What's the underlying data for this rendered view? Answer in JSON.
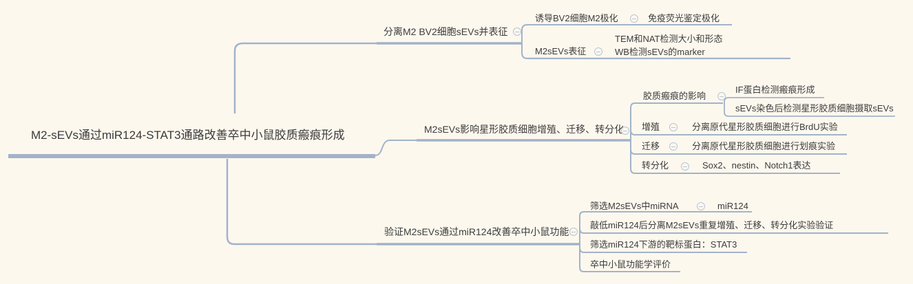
{
  "app": {
    "kind": "mind-map-canvas"
  },
  "colors": {
    "background": "#fdf8ee",
    "line": "#a2b3c9",
    "text": "#3c3c3c",
    "collapse_icon": "#b7c4d7"
  },
  "icons": {
    "collapse": {
      "name": "minus-circle-icon",
      "glyph": "⊖"
    }
  },
  "mindmap": {
    "root": {
      "text": "M2-sEVs通过miR124-STAT3通路改善卒中小鼠胶质瘢痕形成"
    },
    "branches": [
      {
        "text": "分离M2 BV2细胞sEVs并表征",
        "children": [
          {
            "text": "诱导BV2细胞M2极化",
            "children": [
              {
                "text": "免疫荧光鉴定极化"
              }
            ]
          },
          {
            "text": "M2sEVs表征",
            "children": [
              {
                "lines": [
                  "TEM和NAT检测大小和形态",
                  "WB检测sEVs的marker"
                ]
              }
            ]
          }
        ]
      },
      {
        "text": "M2sEVs影响星形胶质细胞增殖、迁移、转分化",
        "children": [
          {
            "text": "胶质瘢痕的影响",
            "children": [
              {
                "text": "IF蛋白检测瘢痕形成"
              },
              {
                "text": "sEVs染色后检测星形胶质细胞摄取sEVs"
              }
            ]
          },
          {
            "text": "增殖",
            "children": [
              {
                "text": "分离原代星形胶质细胞进行BrdU实验"
              }
            ]
          },
          {
            "text": "迁移",
            "children": [
              {
                "text": "分离原代星形胶质细胞进行划痕实验"
              }
            ]
          },
          {
            "text": "转分化",
            "children": [
              {
                "text": "Sox2、nestin、Notch1表达"
              }
            ]
          }
        ]
      },
      {
        "text": "验证M2sEVs通过miR124改善卒中小鼠功能",
        "children": [
          {
            "text": "筛选M2sEVs中miRNA",
            "children": [
              {
                "text": "miR124"
              }
            ]
          },
          {
            "text": "敲低miR124后分离M2sEVs重复增殖、迁移、转分化实验验证"
          },
          {
            "text": "筛选miR124下游的靶标蛋白：STAT3"
          },
          {
            "text": "卒中小鼠功能学评价"
          }
        ]
      }
    ]
  }
}
